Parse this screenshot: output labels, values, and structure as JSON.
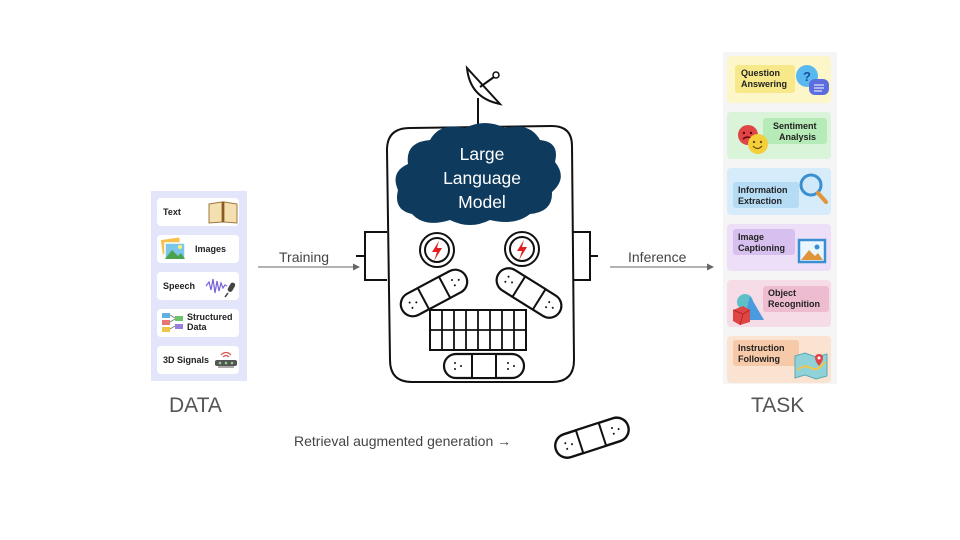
{
  "data_panel": {
    "items": [
      {
        "label": "Text",
        "icon": "book-icon"
      },
      {
        "label": "Images",
        "icon": "images-icon"
      },
      {
        "label": "Speech",
        "icon": "waveform-mic-icon"
      },
      {
        "label": "Structured Data",
        "line1": "Structured",
        "line2": "Data",
        "icon": "structured-data-icon"
      },
      {
        "label": "3D Signals",
        "icon": "lidar-sensor-icon"
      }
    ],
    "caption": "DATA"
  },
  "arrows": {
    "training": "Training",
    "inference": "Inference"
  },
  "model": {
    "line1": "Large",
    "line2": "Language",
    "line3": "Model",
    "cloud_color": "#0e3a5e"
  },
  "task_panel": {
    "items": [
      {
        "line1": "Question",
        "line2": "Answering",
        "color": "#fdf6c8",
        "chip": "#f7e98a"
      },
      {
        "line1": "Sentiment",
        "line2": "Analysis",
        "color": "#d9f4d9",
        "chip": "#b6eab6"
      },
      {
        "line1": "Information",
        "line2": "Extraction",
        "color": "#d6ecfb",
        "chip": "#b6dbf5"
      },
      {
        "line1": "Image",
        "line2": "Captioning",
        "color": "#ecdff7",
        "chip": "#d7bff0"
      },
      {
        "line1": "Object",
        "line2": "Recognition",
        "color": "#f6dce6",
        "chip": "#eebcd0"
      },
      {
        "line1": "Instruction",
        "line2": "Following",
        "color": "#fbe3d2",
        "chip": "#f6c9a8"
      }
    ],
    "caption": "TASK"
  },
  "rag": {
    "label": "Retrieval augmented generation →"
  }
}
